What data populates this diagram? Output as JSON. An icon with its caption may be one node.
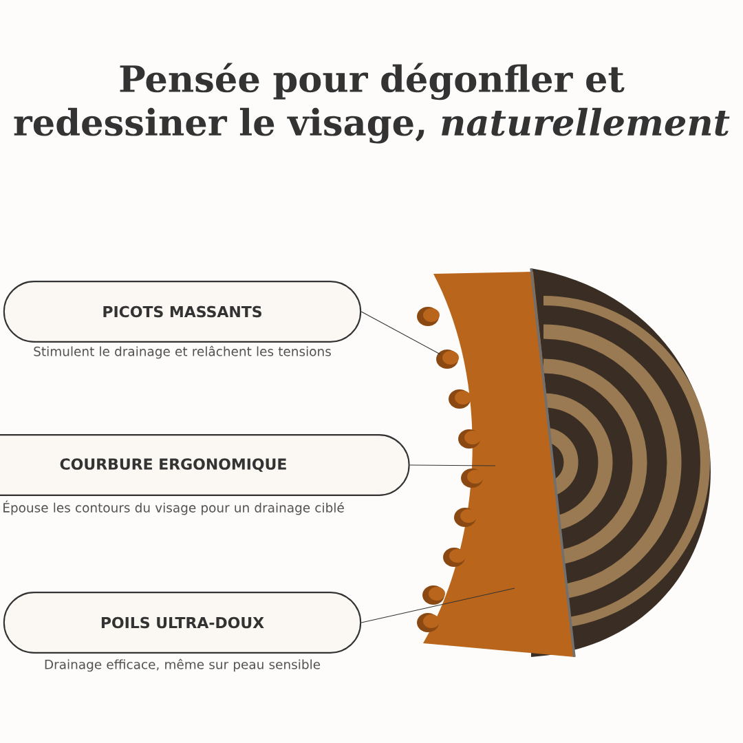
{
  "diagram": {
    "title": "Pensée pour dégonfler et redessiner le visage, *naturellement*",
    "nodes": [
      {
        "text": [
          "PICOTS MASSANTS"
        ],
        "beside": [
          "Stimulent le drainage et relâchent les tensions"
        ]
      },
      {
        "text": [
          "COURBURE ERGONOMIQUE"
        ],
        "beside": [
          "Épouse les contours du visage pour un drainage ciblé"
        ]
      },
      {
        "text": [
          "POILS ULTRA-DOUX"
        ],
        "beside": [
          "Drainage efficace, même sur peau sensible"
        ]
      }
    ],
    "edges": [
      {
        "from": 0,
        "to": null,
        "arrow": "none"
      },
      {
        "from": 1,
        "to": null,
        "arrow": "none"
      },
      {
        "from": 2,
        "to": null,
        "arrow": "none"
      }
    ]
  }
}
